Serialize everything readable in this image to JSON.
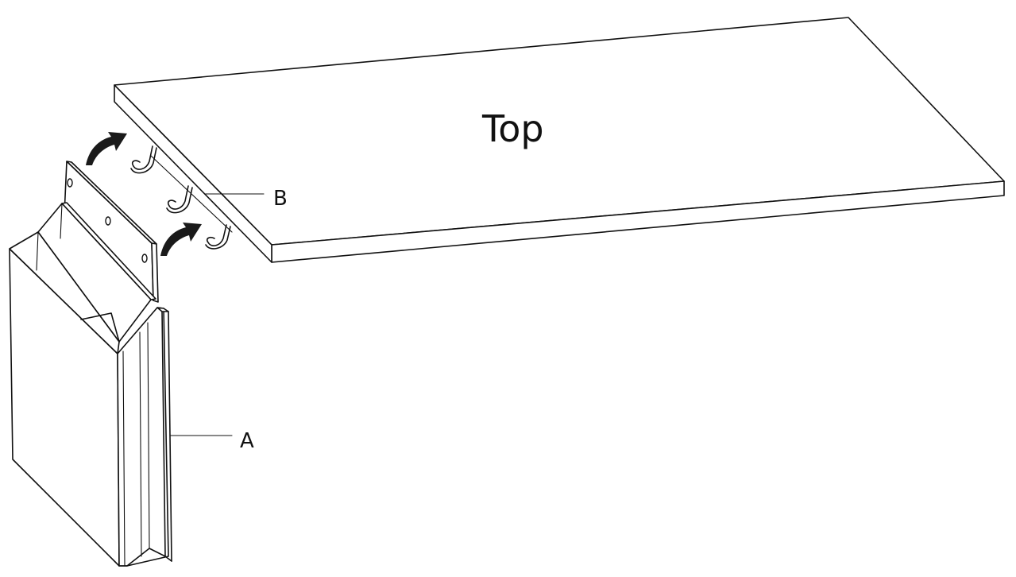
{
  "labels": {
    "top": "Top",
    "part_a": "A",
    "part_b": "B"
  },
  "colors": {
    "line": "#111111",
    "arrow": "#1a1a1a",
    "background": "#ffffff"
  }
}
